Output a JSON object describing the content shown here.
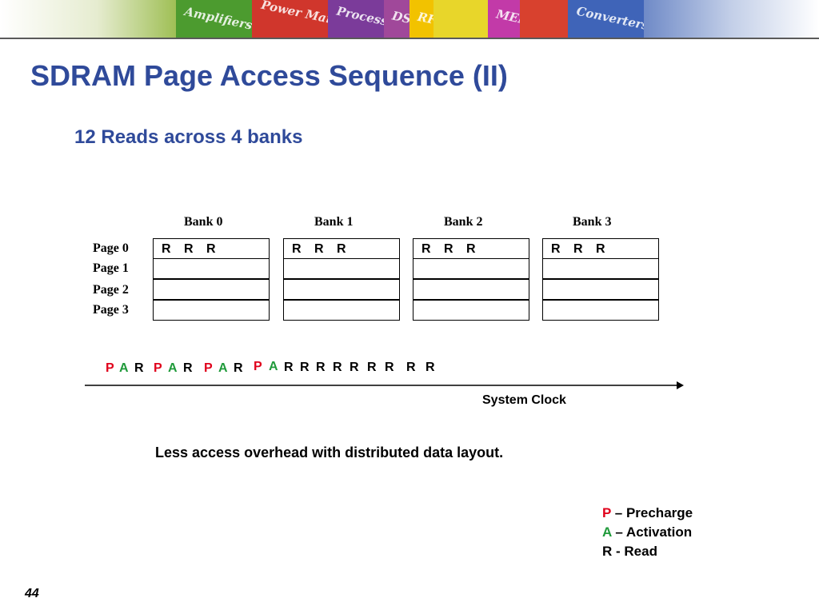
{
  "banner": {
    "tiles": [
      {
        "label": "Amplifiers",
        "color": "#4c9b2f"
      },
      {
        "label": "Power Management",
        "color": "#d0362c"
      },
      {
        "label": "Processors",
        "color": "#7b3b9a"
      },
      {
        "label": "DSP",
        "color": "#a0489a"
      },
      {
        "label": "RF",
        "color": "#f2c200"
      },
      {
        "label": "",
        "color": "#e8d62a"
      },
      {
        "label": "MEMS",
        "color": "#c23aa8"
      },
      {
        "label": "",
        "color": "#d8412e"
      },
      {
        "label": "Converters",
        "color": "#3f64b8"
      }
    ]
  },
  "title": "SDRAM Page Access Sequence (II)",
  "subtitle": "12 Reads across 4 banks",
  "banks": [
    {
      "label": "Bank 0",
      "reads": [
        "R R R",
        "",
        "",
        ""
      ]
    },
    {
      "label": "Bank 1",
      "reads": [
        "R R R",
        "",
        "",
        ""
      ]
    },
    {
      "label": "Bank 2",
      "reads": [
        "R R R",
        "",
        "",
        ""
      ]
    },
    {
      "label": "Bank 3",
      "reads": [
        "R R R",
        "",
        "",
        ""
      ]
    }
  ],
  "pages": [
    "Page 0",
    "Page 1",
    "Page 2",
    "Page 3"
  ],
  "sequence": [
    "P",
    "A",
    "R",
    "P",
    "A",
    "R",
    "P",
    "A",
    "R",
    "P",
    "A",
    "R",
    "R",
    "R",
    "R",
    "R",
    "R",
    "R",
    "R",
    "R"
  ],
  "axis_label": "System Clock",
  "note": "Less access overhead with distributed data layout.",
  "legend": [
    {
      "key": "P",
      "text": " – Precharge"
    },
    {
      "key": "A",
      "text": " – Activation"
    },
    {
      "key": "",
      "text": "R - Read"
    }
  ],
  "colors": {
    "P": "#e0001b",
    "A": "#1f9a3a",
    "title": "#2f4a9a"
  },
  "page_number": "44"
}
